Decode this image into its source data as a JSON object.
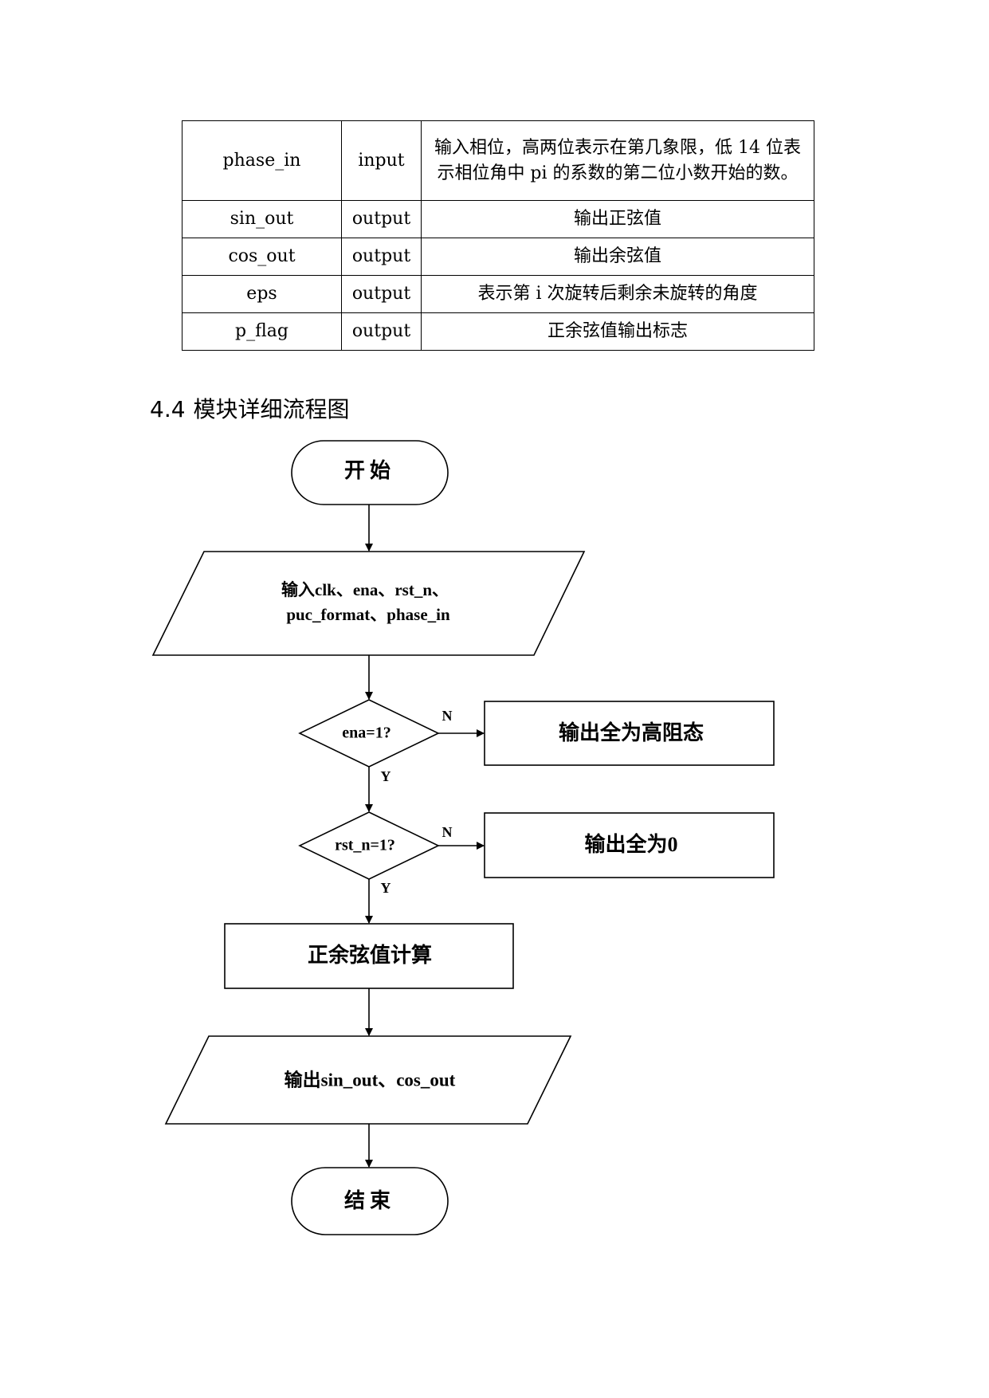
{
  "table": {
    "rows": [
      {
        "name": "phase_in",
        "direction": "input",
        "description": "输入相位，高两位表示在第几象限，低 14 位表示相位角中 pi 的系数的第二位小数开始的数。"
      },
      {
        "name": "sin_out",
        "direction": "output",
        "description": "输出正弦值"
      },
      {
        "name": "cos_out",
        "direction": "output",
        "description": "输出余弦值"
      },
      {
        "name": "eps",
        "direction": "output",
        "description": "表示第 i 次旋转后剩余未旋转的角度"
      },
      {
        "name": "p_flag",
        "direction": "output",
        "description": "正余弦值输出标志"
      }
    ]
  },
  "section": {
    "number": "4.4",
    "title": "模块详细流程图"
  },
  "flowchart": {
    "start": "开始",
    "input_line1": "输入clk、ena、rst_n、",
    "input_line2": "puc_format、phase_in",
    "decision_ena": "ena=1?",
    "decision_rst": "rst_n=1?",
    "branch_no": "N",
    "branch_yes": "Y",
    "ena_no_action": "输出全为高阻态",
    "rst_no_action": "输出全为0",
    "compute": "正余弦值计算",
    "output": "输出sin_out、cos_out",
    "end": "结束"
  }
}
